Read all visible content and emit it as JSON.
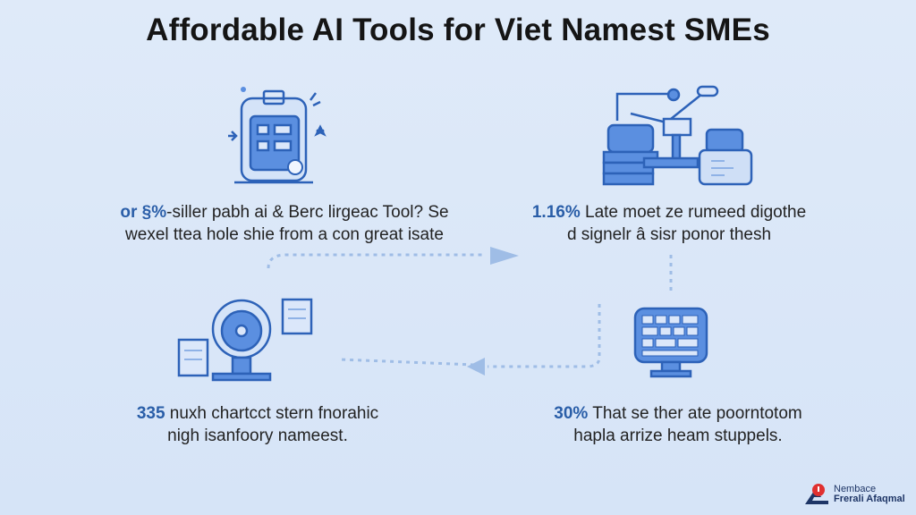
{
  "title": "Affordable AI Tools  for Viet Namest SMEs",
  "blocks": [
    {
      "number": "or §%",
      "line1": "-siller pabh ai & Berc lirgeac Tool? Se",
      "line2": "wexel ttea hole shie from a con great isate"
    },
    {
      "number": "1.16%",
      "line1": " Late moet ze rumeed digothe",
      "line2": "d signelr â sisr ponor thesh"
    },
    {
      "number": "335",
      "line1": " nuxh chartcct stern fnorahic",
      "line2": "nigh isanfoory nameest."
    },
    {
      "number": "30%",
      "line1": " That se ther ate poorntotom",
      "line2": "hapla arrize heam stuppels."
    }
  ],
  "logo": {
    "line1": "Nembace",
    "line2": "Frerali Afaqmal"
  },
  "colors": {
    "accent": "#2a5ea8",
    "icon_fill": "#5b8fe0",
    "icon_stroke": "#2d62b8",
    "background": "#dce8f8"
  }
}
